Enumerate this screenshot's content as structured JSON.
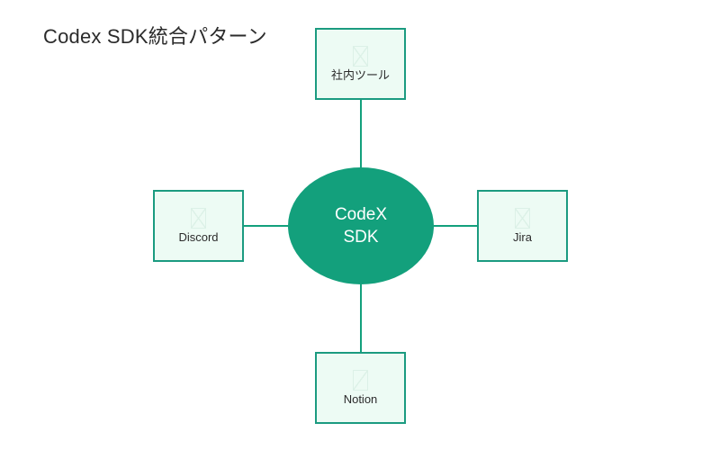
{
  "diagram": {
    "title": "Codex SDK統合パターン",
    "type": "hub-and-spoke",
    "background_color": "#ffffff",
    "accent_color": "#13a07c",
    "border_color": "#1b9b80",
    "node_fill_color": "#edfbf4",
    "text_color": "#2b2b2b",
    "hub_text_color": "#ffffff"
  },
  "hub": {
    "name": "codex-sdk-hub",
    "line1": "CodeX",
    "line2": "SDK",
    "shape": "ellipse"
  },
  "nodes": [
    {
      "id": "top",
      "label": "社内ツール",
      "icon": "missing-glyph-icon",
      "icon_style": "crossed",
      "position": "top"
    },
    {
      "id": "left",
      "label": "Discord",
      "icon": "missing-glyph-icon",
      "icon_style": "crossed",
      "position": "left"
    },
    {
      "id": "right",
      "label": "Jira",
      "icon": "missing-glyph-icon",
      "icon_style": "crossed",
      "position": "right"
    },
    {
      "id": "bottom",
      "label": "Notion",
      "icon": "missing-glyph-icon",
      "icon_style": "half",
      "position": "bottom"
    }
  ],
  "edges": [
    {
      "from": "codex-sdk-hub",
      "to": "top",
      "style": "solid"
    },
    {
      "from": "codex-sdk-hub",
      "to": "left",
      "style": "solid"
    },
    {
      "from": "codex-sdk-hub",
      "to": "right",
      "style": "solid"
    },
    {
      "from": "codex-sdk-hub",
      "to": "bottom",
      "style": "solid"
    }
  ]
}
